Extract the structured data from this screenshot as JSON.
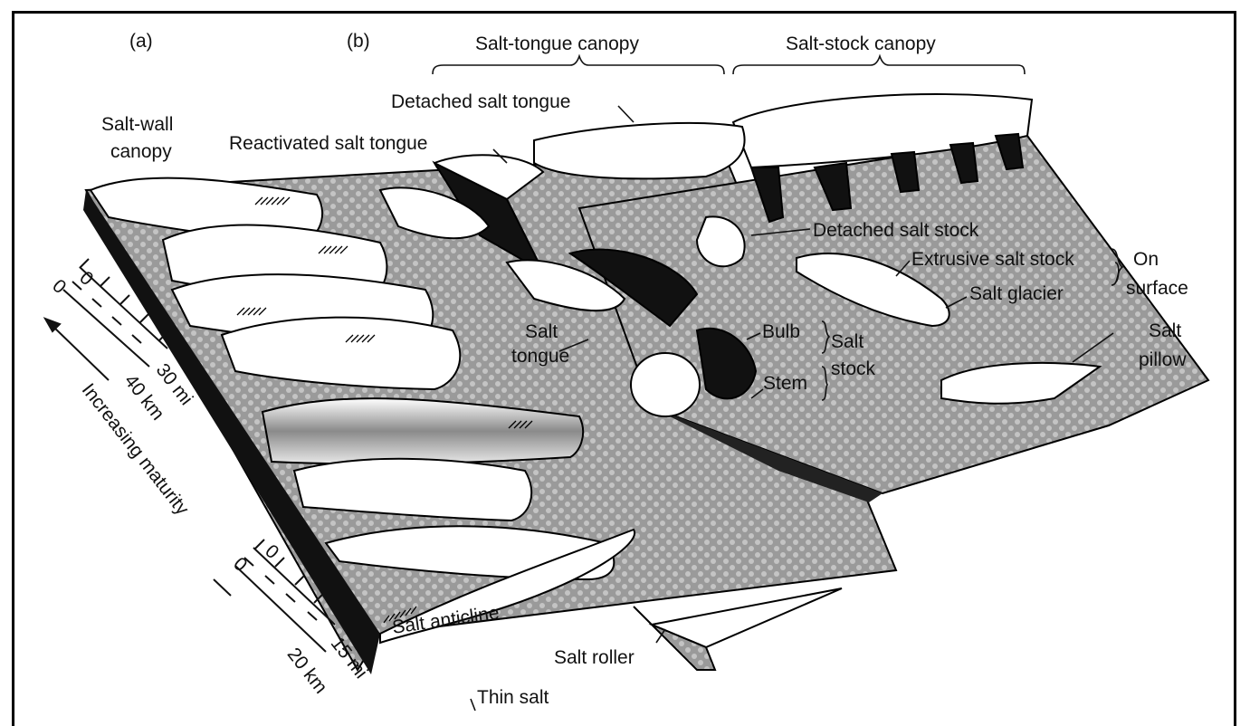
{
  "panels": {
    "a": "(a)",
    "b": "(b)"
  },
  "canopies": {
    "salt_tongue": "Salt-tongue canopy",
    "salt_stock": "Salt-stock canopy",
    "salt_wall_line1": "Salt-wall",
    "salt_wall_line2": "canopy"
  },
  "labels": {
    "detached_salt_tongue": "Detached salt tongue",
    "reactivated_salt_tongue": "Reactivated salt tongue",
    "detached_salt_stock": "Detached salt stock",
    "extrusive_salt_stock": "Extrusive salt stock",
    "salt_glacier": "Salt glacier",
    "on_surface_line1": "On",
    "on_surface_line2": "surface",
    "salt_tongue_line1": "Salt",
    "salt_tongue_line2": "tongue",
    "bulb": "Bulb",
    "stem": "Stem",
    "salt_stock_line1": "Salt",
    "salt_stock_line2": "stock",
    "salt_pillow_line1": "Salt",
    "salt_pillow_line2": "pillow",
    "salt_anticline": "Salt anticline",
    "salt_roller": "Salt roller",
    "thin_salt": "Thin salt"
  },
  "scale_upper": {
    "zero_mi": "0",
    "zero_km": "0",
    "mi": "30 mi",
    "km": "40 km"
  },
  "scale_lower": {
    "zero_mi": "0",
    "zero_km": "0",
    "mi": "15 mi",
    "km": "20 km"
  },
  "axis": {
    "maturity": "Increasing maturity"
  },
  "colors": {
    "ground": "#9a9a9a",
    "salt": "#ffffff",
    "shadow": "#111111",
    "frame": "#000000"
  }
}
